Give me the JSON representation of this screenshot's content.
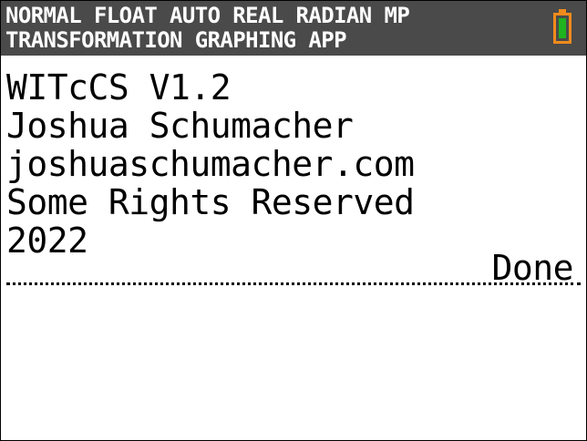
{
  "status_bar": {
    "line1": "NORMAL FLOAT AUTO REAL RADIAN MP",
    "line2": "TRANSFORMATION GRAPHING APP",
    "battery": {
      "level": 1.0,
      "frame_color": "#f08a1c",
      "fill_color": "#1fb31f"
    }
  },
  "home_screen": {
    "output_lines": [
      "WITcCS V1.2",
      "Joshua Schumacher",
      "joshuaschumacher.com",
      "Some Rights Reserved",
      "2022"
    ],
    "result": "Done"
  }
}
